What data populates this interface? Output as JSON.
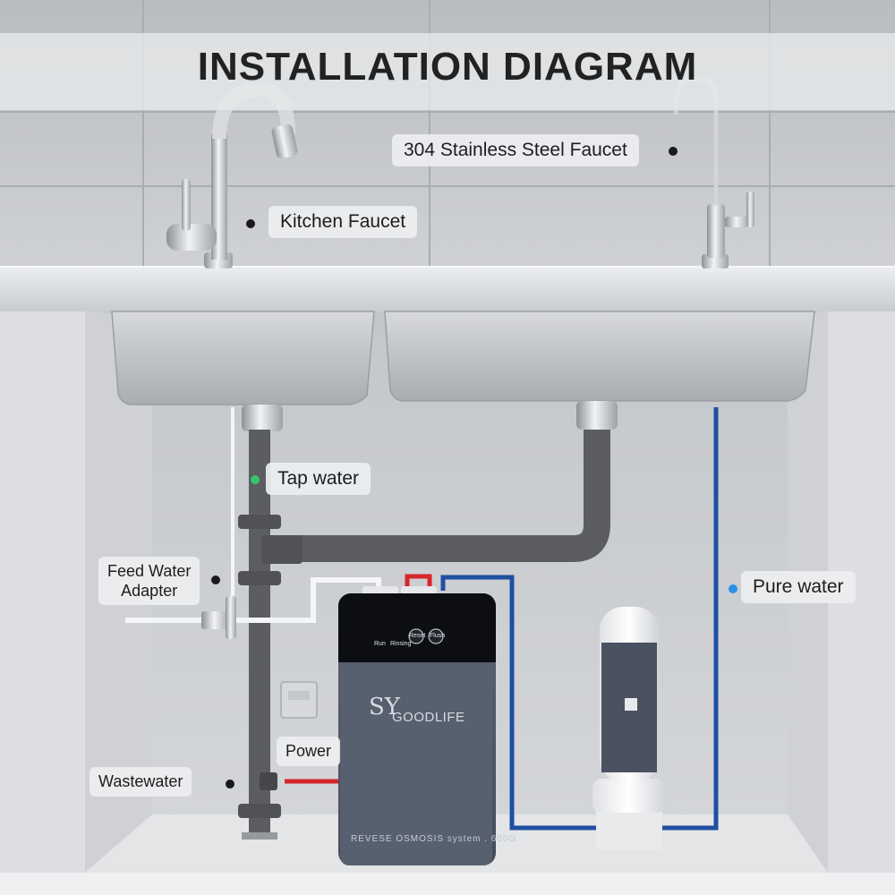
{
  "title": "INSTALLATION DIAGRAM",
  "labels": {
    "steel_faucet": "304 Stainless Steel Faucet",
    "kitchen_faucet": "Kitchen Faucet",
    "tap_water": "Tap water",
    "feed_water_line1": "Feed Water",
    "feed_water_line2": "Adapter",
    "pure_water": "Pure water",
    "power": "Power",
    "wastewater": "Wastewater"
  },
  "device": {
    "brand": "GOODLIFE",
    "model": "REVESE OSMOSIS system . 600G",
    "button_reset": "Reset",
    "button_flush": "Flush",
    "status_run": "Run",
    "status_rinsing": "Rinsing"
  },
  "colors": {
    "tap_water_dot": "#36c46b",
    "pure_water_dot": "#2b8fe8",
    "pure_water_line": "#1f4fa0",
    "hot_line": "#d6262b",
    "drain_pipe": "#5b5d61"
  }
}
